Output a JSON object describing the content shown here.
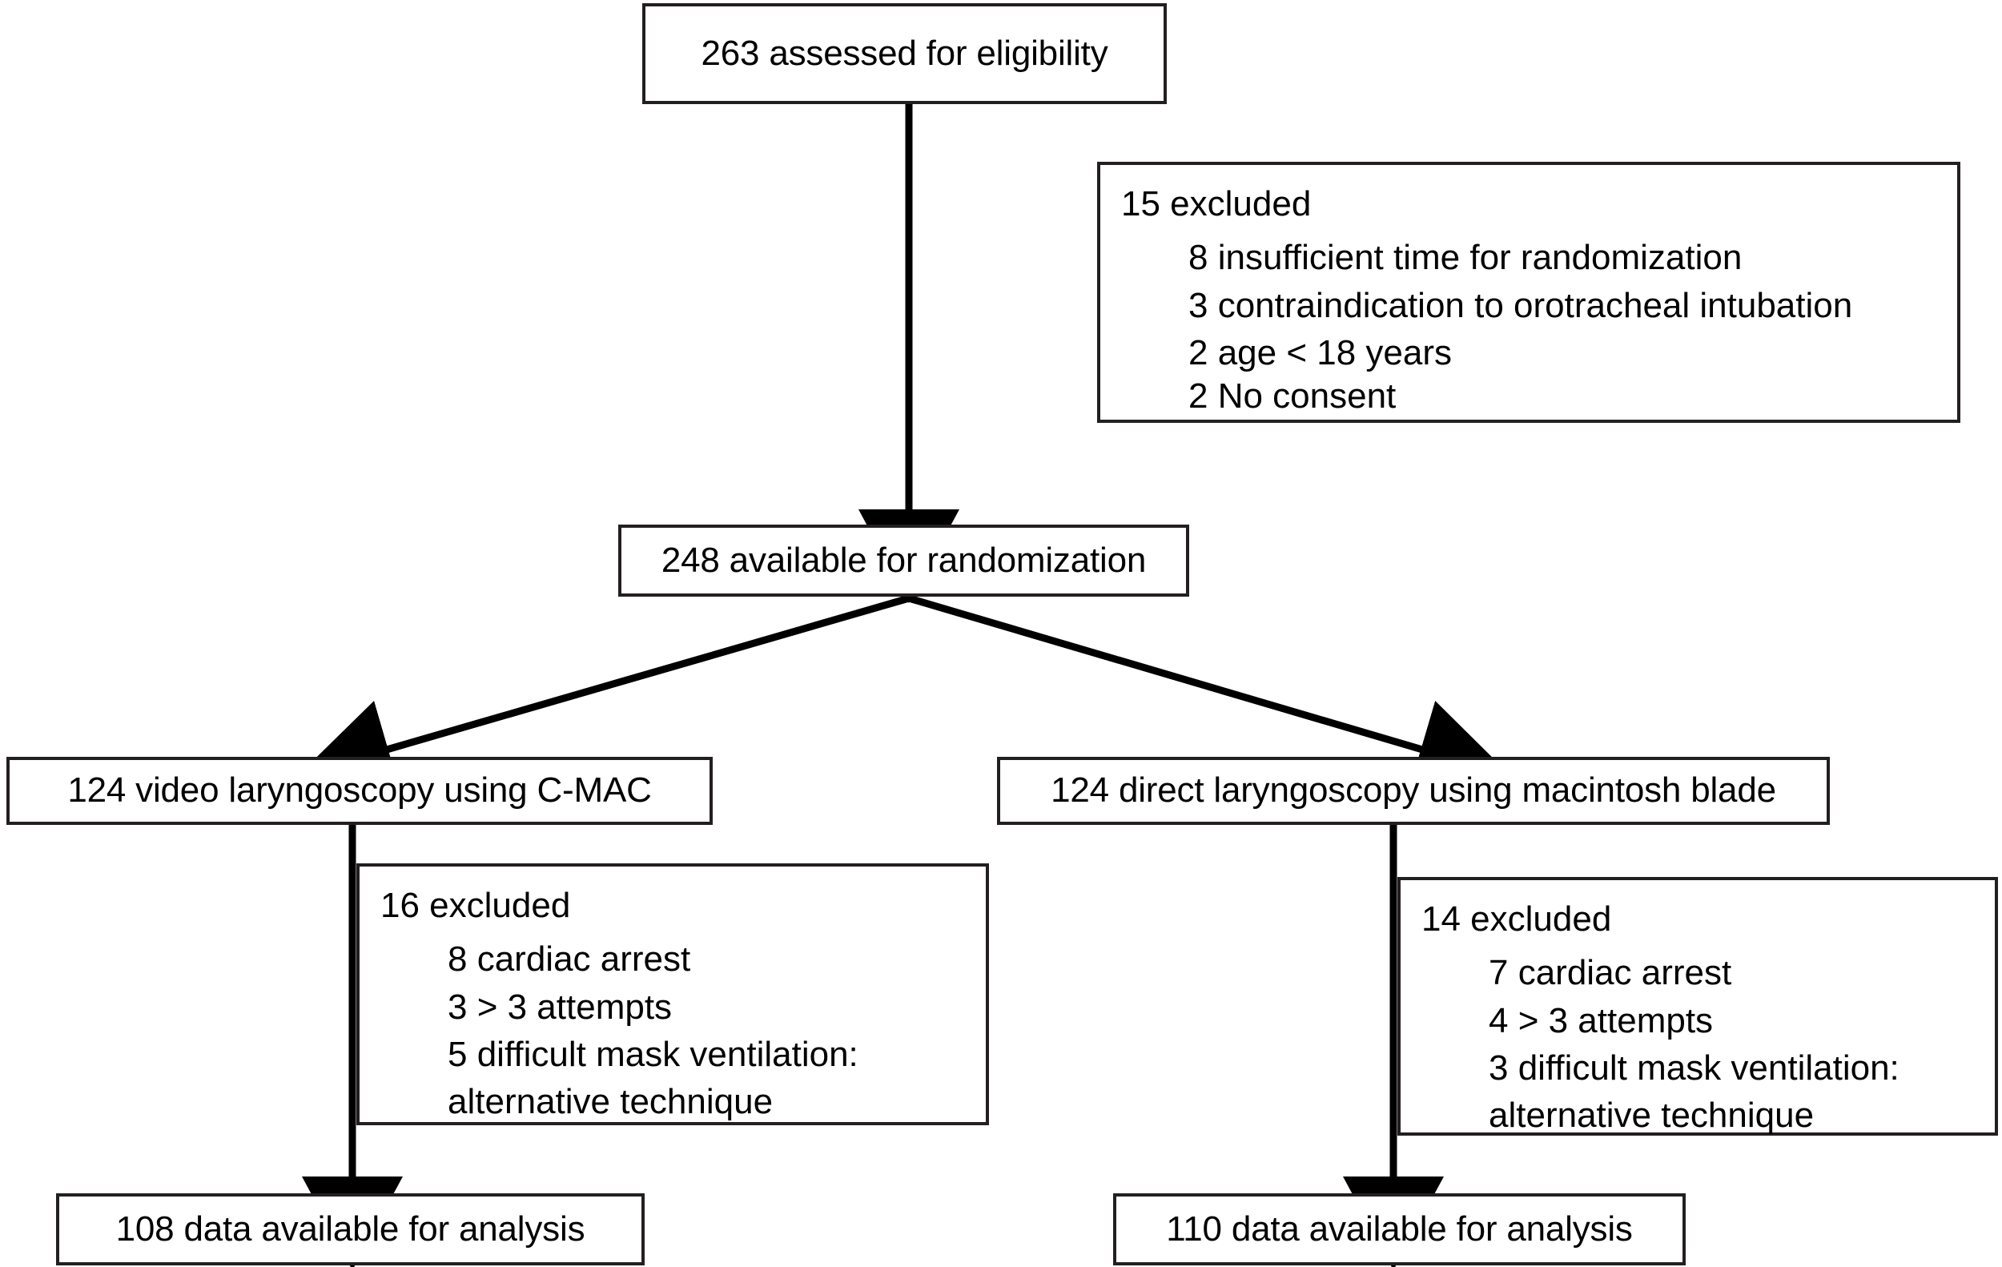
{
  "diagram": {
    "type": "consort-flow-diagram",
    "stroke_color": "#231f20",
    "background_color": "#ffffff"
  },
  "nodes": {
    "assessed": {
      "label": "263 assessed for eligibility",
      "count": 263
    },
    "excluded_pre_randomization": {
      "heading": "15 excluded",
      "count": 15,
      "reasons": [
        "8 insufficient time for randomization",
        "3 contraindication to orotracheal intubation",
        "2 age < 18 years",
        "2 No consent"
      ]
    },
    "randomized": {
      "label": "248 available for randomization",
      "count": 248
    },
    "arm_video": {
      "label": "124 video laryngoscopy using C-MAC",
      "count": 124
    },
    "arm_direct": {
      "label": "124 direct laryngoscopy using macintosh blade",
      "count": 124
    },
    "excluded_video": {
      "heading": "16 excluded",
      "count": 16,
      "reasons": [
        "8 cardiac arrest",
        "3 > 3 attempts",
        "5 difficult mask ventilation:"
      ],
      "continuation": "alternative technique"
    },
    "excluded_direct": {
      "heading": "14 excluded",
      "count": 14,
      "reasons": [
        "7 cardiac arrest",
        "4 > 3 attempts",
        "3 difficult mask ventilation:"
      ],
      "continuation": "alternative technique"
    },
    "analysis_video": {
      "label": "108 data available for analysis",
      "count": 108
    },
    "analysis_direct": {
      "label": "110 data available for analysis",
      "count": 110
    }
  }
}
